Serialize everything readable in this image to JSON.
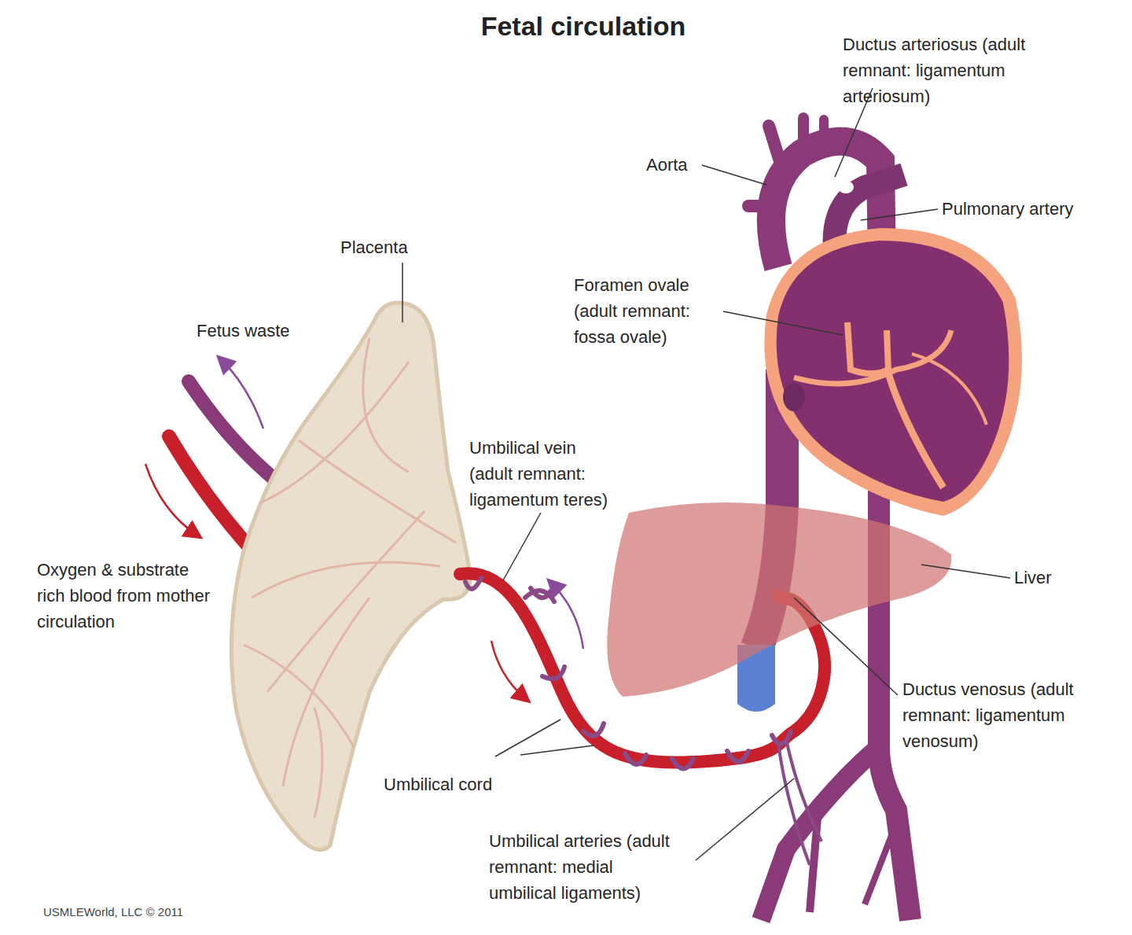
{
  "diagram": {
    "title": "Fetal circulation",
    "labels": [
      "Ductus arteriosus (adult remnant: ligamentum arteriosum)",
      "Aorta",
      "Pulmonary artery",
      "Placenta",
      "Foramen ovale (adult remnant: fossa ovale)",
      "Fetus waste",
      "Umbilical vein (adult remnant: ligamentum teres)",
      "Liver",
      "Oxygen & substrate rich blood from mother circulation",
      "Ductus venosus (adult remnant: ligamentum venosum)",
      "Umbilical cord",
      "Umbilical arteries (adult remnant: medial umbilical ligaments)",
      "USMLEWorld, LLC © 2011"
    ]
  }
}
